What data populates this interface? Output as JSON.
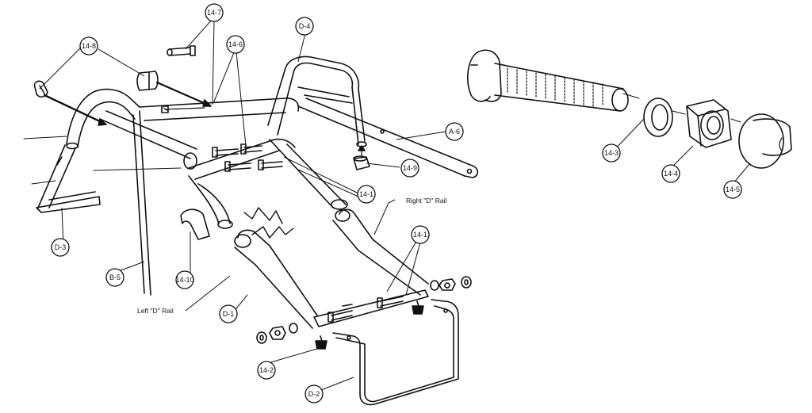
{
  "diagram": {
    "callouts": [
      {
        "id": "c-14-8",
        "label": "14-8"
      },
      {
        "id": "c-14-7",
        "label": "14-7"
      },
      {
        "id": "c-14-6",
        "label": "14-6"
      },
      {
        "id": "c-d-4",
        "label": "D-4"
      },
      {
        "id": "c-a-6",
        "label": "A-6"
      },
      {
        "id": "c-14-9",
        "label": "14-9"
      },
      {
        "id": "c-14-1a",
        "label": "14-1"
      },
      {
        "id": "c-14-1b",
        "label": "14-1"
      },
      {
        "id": "c-d-3",
        "label": "D-3"
      },
      {
        "id": "c-b-5",
        "label": "B-5"
      },
      {
        "id": "c-14-10",
        "label": "14-10"
      },
      {
        "id": "c-d-1",
        "label": "D-1"
      },
      {
        "id": "c-14-2",
        "label": "14-2"
      },
      {
        "id": "c-d-2",
        "label": "D-2"
      },
      {
        "id": "c-14-3",
        "label": "14-3"
      },
      {
        "id": "c-14-4",
        "label": "14-4"
      },
      {
        "id": "c-14-5",
        "label": "14-5"
      }
    ],
    "text_labels": {
      "right_rail": "Right \"D\" Rail",
      "left_rail": "Left \"D\" Rail"
    }
  }
}
